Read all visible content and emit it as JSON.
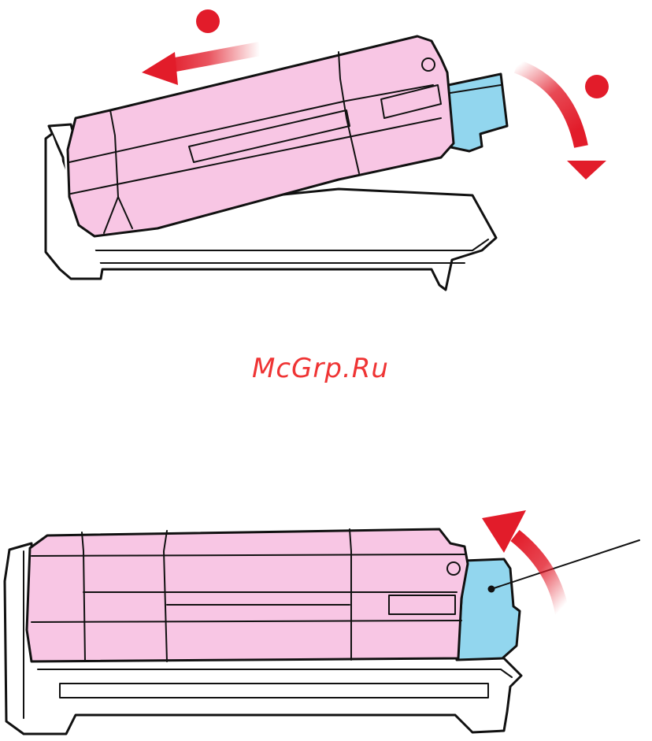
{
  "watermark": {
    "text": "McGrp.Ru"
  },
  "colors": {
    "cartridge_body": "#f8c6e4",
    "toner_tab": "#92d6ee",
    "arrow_red": "#e21c2a",
    "outline": "#111111",
    "tray_fill": "#ffffff"
  },
  "figures": [
    {
      "name": "toner-cartridge-tilted",
      "callouts": [
        "red-dot",
        "red-dot"
      ],
      "arrows": [
        "slide-left-arrow",
        "rotate-down-arrow"
      ]
    },
    {
      "name": "toner-cartridge-seated",
      "arrows": [
        "rotate-up-arrow"
      ],
      "leader_line": true
    }
  ]
}
